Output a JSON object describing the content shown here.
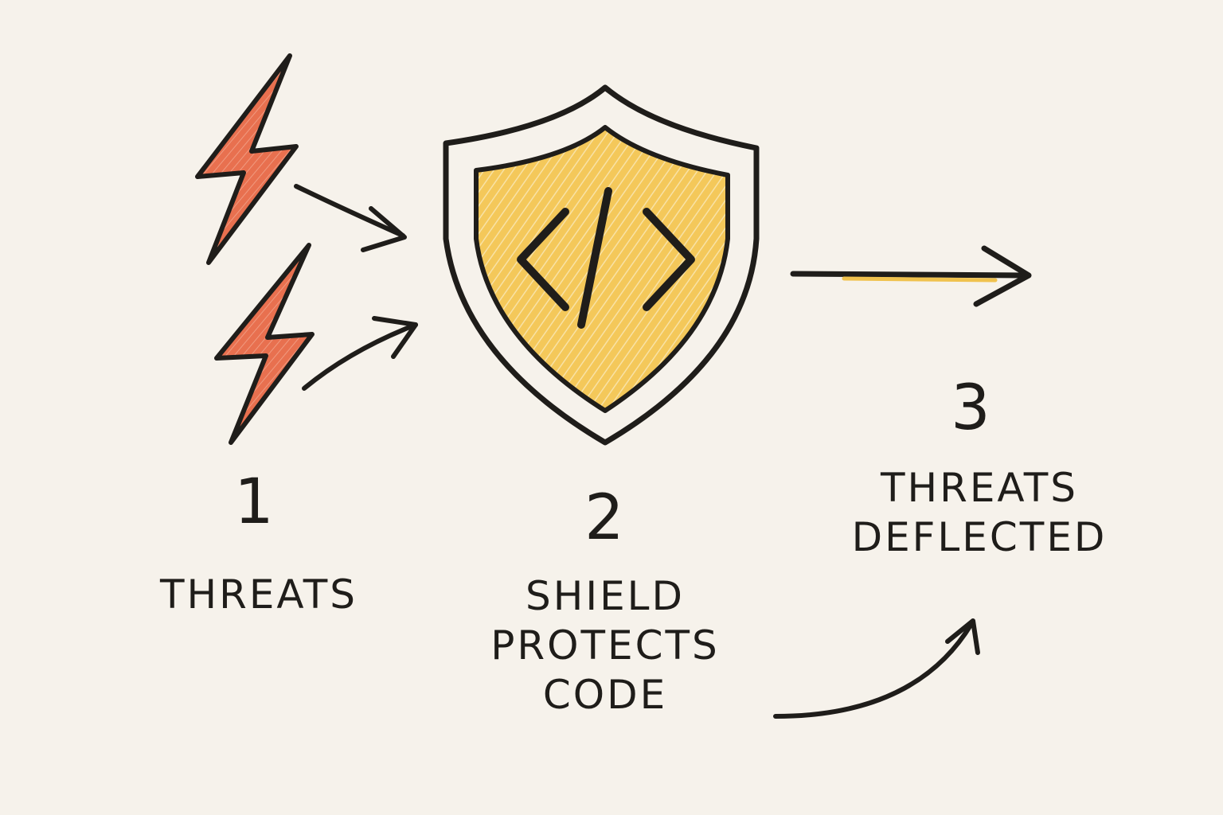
{
  "steps": [
    {
      "number": "1",
      "lines": [
        "THREATS"
      ]
    },
    {
      "number": "2",
      "lines": [
        "SHIELD",
        "PROTECTS",
        "CODE"
      ]
    },
    {
      "number": "3",
      "lines": [
        "THREATS",
        "DEFLECTED"
      ]
    }
  ],
  "icons": {
    "threat": "lightning-bolt-icon",
    "shield": "shield-icon",
    "code": "code-brackets-icon"
  },
  "colors": {
    "background": "#f6f2eb",
    "ink": "#1f1d1a",
    "threat_fill": "#e8704f",
    "shield_fill": "#f2c24a",
    "deflect_arrow": "#f0c24e"
  }
}
